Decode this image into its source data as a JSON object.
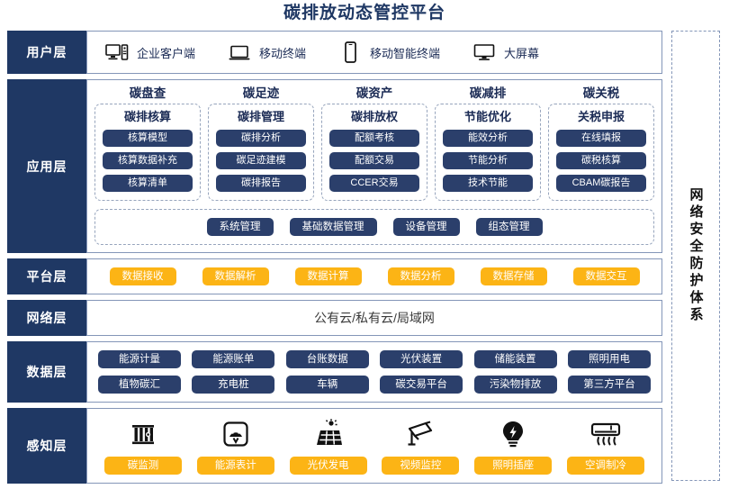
{
  "title": "碳排放动态管控平台",
  "security_band": {
    "label": "网络安全防护体系"
  },
  "colors": {
    "navy": "#1f3864",
    "pill_navy": "#2b3f6b",
    "amber": "#FCB415",
    "border": "#8496b8",
    "dashed": "#97a5bd"
  },
  "layers": [
    {
      "id": "user",
      "label": "用户层"
    },
    {
      "id": "app",
      "label": "应用层"
    },
    {
      "id": "platform",
      "label": "平台层"
    },
    {
      "id": "network",
      "label": "网络层"
    },
    {
      "id": "data",
      "label": "数据层"
    },
    {
      "id": "sense",
      "label": "感知层"
    }
  ],
  "user_layer": {
    "items": [
      {
        "icon": "desktop-tower-icon",
        "label": "企业客户端"
      },
      {
        "icon": "laptop-icon",
        "label": "移动终端"
      },
      {
        "icon": "smartphone-icon",
        "label": "移动智能终端"
      },
      {
        "icon": "monitor-icon",
        "label": "大屏幕"
      }
    ]
  },
  "app_layer": {
    "columns": [
      {
        "title": "碳盘查",
        "box_title": "碳排核算",
        "items": [
          "核算模型",
          "核算数据补充",
          "核算清单"
        ]
      },
      {
        "title": "碳足迹",
        "box_title": "碳排管理",
        "items": [
          "碳排分析",
          "碳足迹建模",
          "碳排报告"
        ]
      },
      {
        "title": "碳资产",
        "box_title": "碳排放权",
        "items": [
          "配额考核",
          "配额交易",
          "CCER交易"
        ]
      },
      {
        "title": "碳减排",
        "box_title": "节能优化",
        "items": [
          "能效分析",
          "节能分析",
          "技术节能"
        ]
      },
      {
        "title": "碳关税",
        "box_title": "关税申报",
        "items": [
          "在线填报",
          "碳税核算",
          "CBAM碳报告"
        ]
      }
    ],
    "management": [
      "系统管理",
      "基础数据管理",
      "设备管理",
      "组态管理"
    ]
  },
  "platform_layer": {
    "items": [
      "数据接收",
      "数据解析",
      "数据计算",
      "数据分析",
      "数据存储",
      "数据交互"
    ]
  },
  "network_layer": {
    "text": "公有云/私有云/局域网"
  },
  "data_layer": {
    "row1": [
      "能源计量",
      "能源账单",
      "台账数据",
      "光伏装置",
      "储能装置",
      "照明用电"
    ],
    "row2": [
      "植物碳汇",
      "充电桩",
      "车辆",
      "碳交易平台",
      "污染物排放",
      "第三方平台"
    ]
  },
  "sense_layer": {
    "items": [
      {
        "icon": "carbon-monitor-icon",
        "label": "碳监测"
      },
      {
        "icon": "energy-meter-icon",
        "label": "能源表计"
      },
      {
        "icon": "solar-panel-icon",
        "label": "光伏发电"
      },
      {
        "icon": "cctv-camera-icon",
        "label": "视频监控"
      },
      {
        "icon": "light-bulb-icon",
        "label": "照明插座"
      },
      {
        "icon": "air-conditioner-icon",
        "label": "空调制冷"
      }
    ]
  }
}
